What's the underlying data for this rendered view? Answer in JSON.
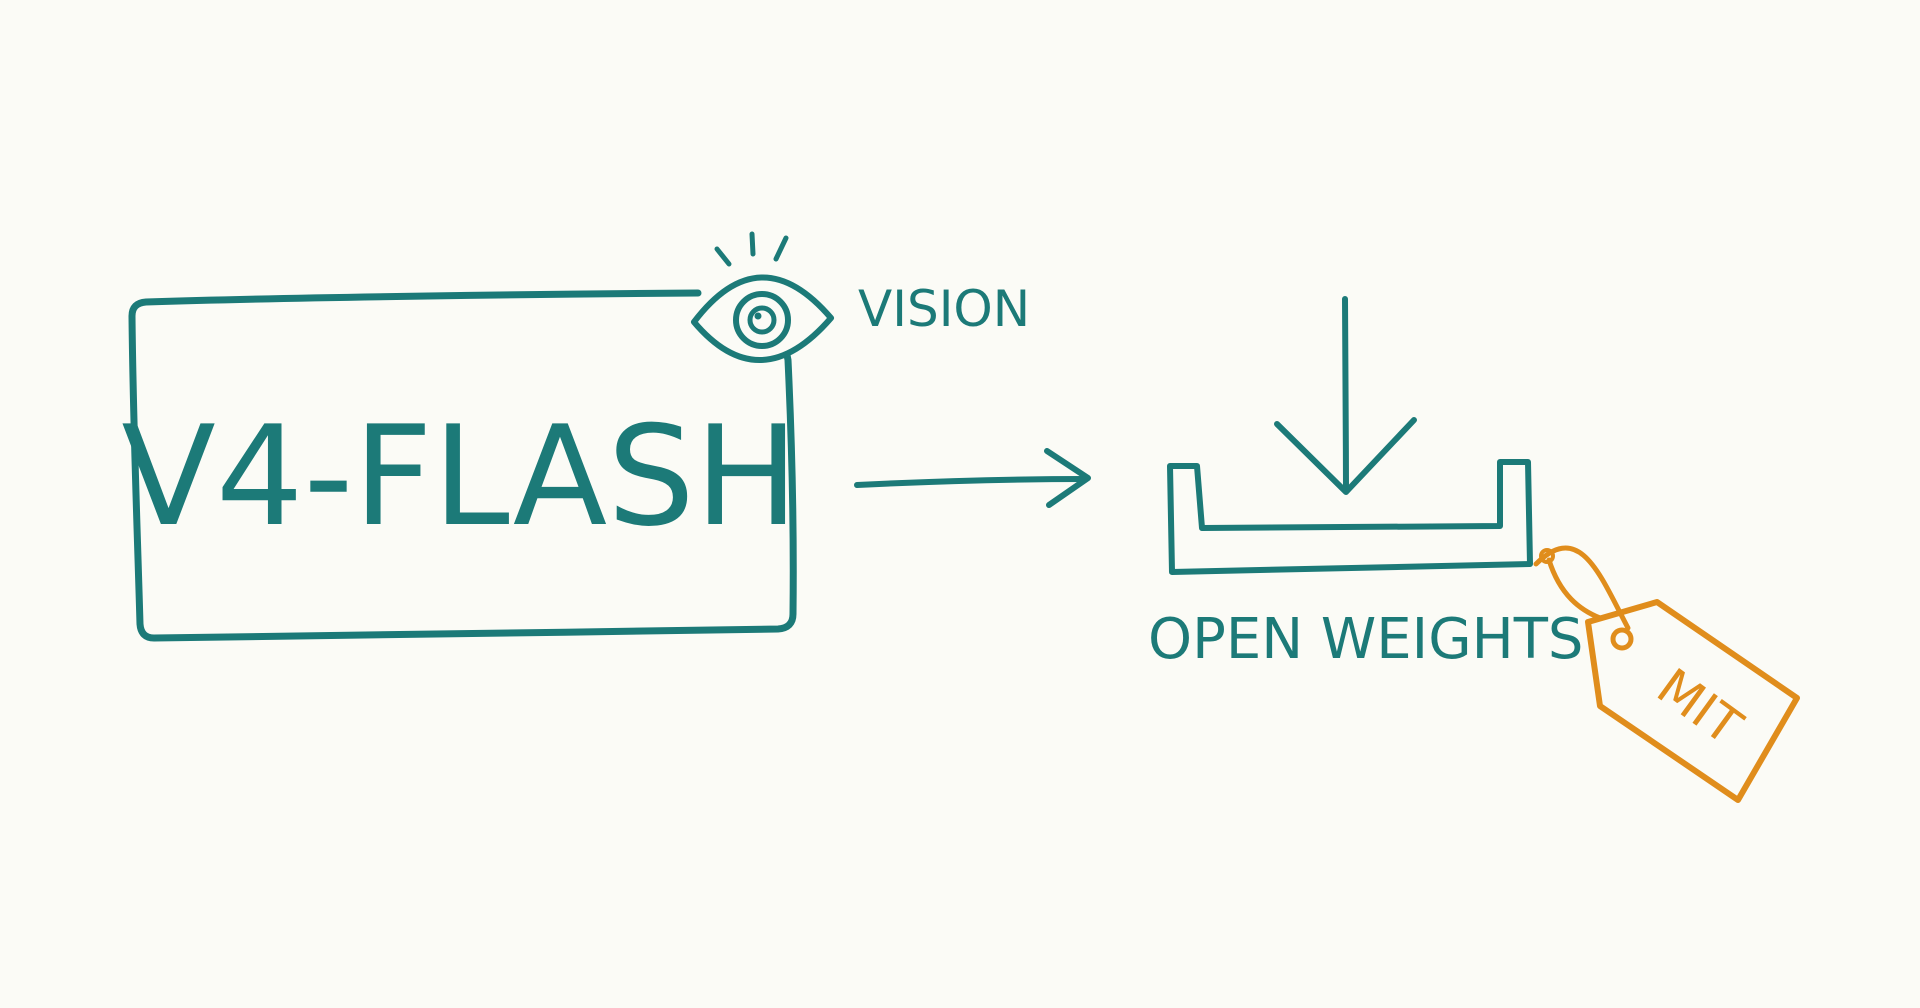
{
  "diagram": {
    "model_box": {
      "label": "V4-FLASH"
    },
    "vision_badge": {
      "label": "VISION",
      "icon": "eye-icon"
    },
    "flow_arrow": {
      "icon": "arrow-right-icon"
    },
    "download_tray": {
      "label": "OPEN WEIGHTS",
      "icon": "download-tray-icon"
    },
    "license_tag": {
      "label": "MIT",
      "icon": "tag-icon"
    }
  },
  "colors": {
    "background": "#fbfbf6",
    "teal": "#1c7a78",
    "orange": "#e08d1c"
  }
}
